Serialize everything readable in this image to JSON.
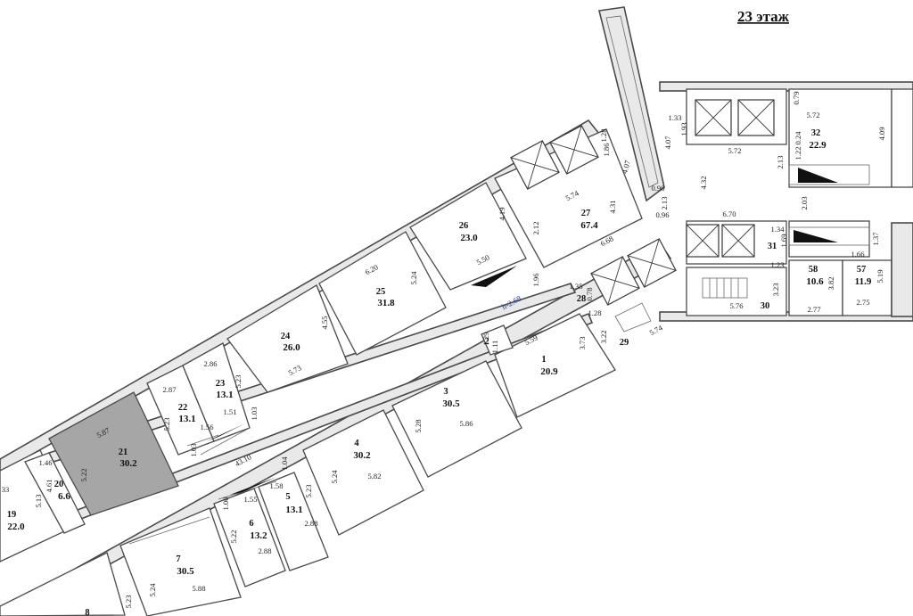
{
  "floor_title": "23 этаж",
  "height_note": "h-2.68",
  "rooms": [
    {
      "id": "r1",
      "num": "1",
      "area": "20.9"
    },
    {
      "id": "r2",
      "num": "2",
      "area": ""
    },
    {
      "id": "r3",
      "num": "3",
      "area": "30.5"
    },
    {
      "id": "r4",
      "num": "4",
      "area": "30.2"
    },
    {
      "id": "r5",
      "num": "5",
      "area": "13.1"
    },
    {
      "id": "r6",
      "num": "6",
      "area": "13.2"
    },
    {
      "id": "r7",
      "num": "7",
      "area": "30.5"
    },
    {
      "id": "r8",
      "num": "8",
      "area": ""
    },
    {
      "id": "r19",
      "num": "19",
      "area": "22.0"
    },
    {
      "id": "r20",
      "num": "20",
      "area": "6.6"
    },
    {
      "id": "r21",
      "num": "21",
      "area": "30.2"
    },
    {
      "id": "r22",
      "num": "22",
      "area": "13.1"
    },
    {
      "id": "r23",
      "num": "23",
      "area": "13.1"
    },
    {
      "id": "r24",
      "num": "24",
      "area": "26.0"
    },
    {
      "id": "r25",
      "num": "25",
      "area": "31.8"
    },
    {
      "id": "r26",
      "num": "26",
      "area": "23.0"
    },
    {
      "id": "r27",
      "num": "27",
      "area": "67.4"
    },
    {
      "id": "r28",
      "num": "28",
      "area": ""
    },
    {
      "id": "r29",
      "num": "29",
      "area": ""
    },
    {
      "id": "r30",
      "num": "30",
      "area": ""
    },
    {
      "id": "r31",
      "num": "31",
      "area": ""
    },
    {
      "id": "r32",
      "num": "32",
      "area": "22.9"
    },
    {
      "id": "r57",
      "num": "57",
      "area": "11.9"
    },
    {
      "id": "r58",
      "num": "58",
      "area": "10.6"
    }
  ],
  "dimensions": [
    "5.72",
    "0.79",
    "1.33",
    "1.93",
    "4.09",
    "0.24",
    "1.22",
    "5.72",
    "4.07",
    "2.13",
    "4.32",
    "0.90",
    "2.13",
    "0.96",
    "2.03",
    "6.70",
    "1.34",
    "1.69",
    "1.37",
    "1.66",
    "1.23",
    "3.23",
    "3.82",
    "5.19",
    "5.76",
    "2.77",
    "2.75",
    "1.28",
    "1.86",
    "4.07",
    "5.74",
    "4.31",
    "4.19",
    "2.12",
    "6.68",
    "5.50",
    "1.96",
    "1.35",
    "0.78",
    "1.28",
    "3.22",
    "5.74",
    "6.20",
    "5.24",
    "4.55",
    "5.73",
    "2.86",
    "5.23",
    "1.51",
    "1.03",
    "2.87",
    "5.23",
    "1.56",
    "1.03",
    "5.87",
    "5.22",
    "1.46",
    "4.61",
    "5.13",
    "43.10",
    "1.29",
    "1.11",
    "5.59",
    "3.73",
    "5.28",
    "5.86",
    "5.24",
    "5.82",
    "1.04",
    "5.23",
    "1.58",
    "1.55",
    "1.00",
    "2.88",
    "5.22",
    "2.88",
    "5.24",
    "5.88",
    "5.23",
    "33"
  ]
}
